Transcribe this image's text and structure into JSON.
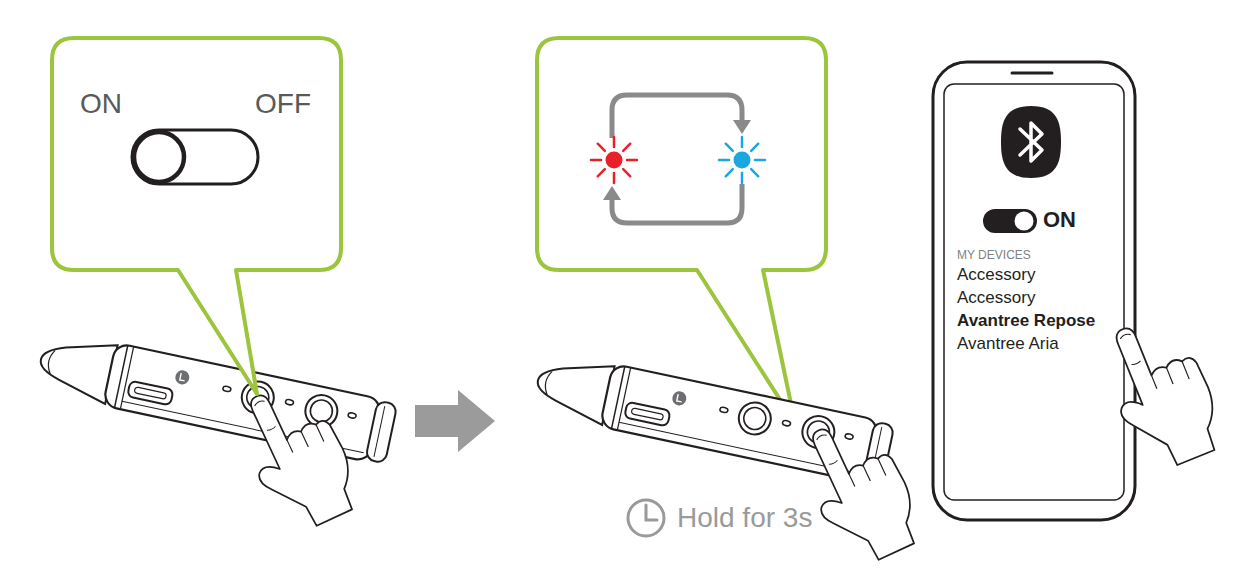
{
  "diagram": {
    "nodes": [
      {
        "text": [
          "ON",
          "OFF"
        ]
      },
      {
        "text": [
          "ON",
          "MY DEVICES",
          "Accessory",
          "Accessory",
          "Avantree Repose",
          "Avantree Aria"
        ]
      }
    ],
    "labels": [
      "Hold for 3s"
    ]
  }
}
